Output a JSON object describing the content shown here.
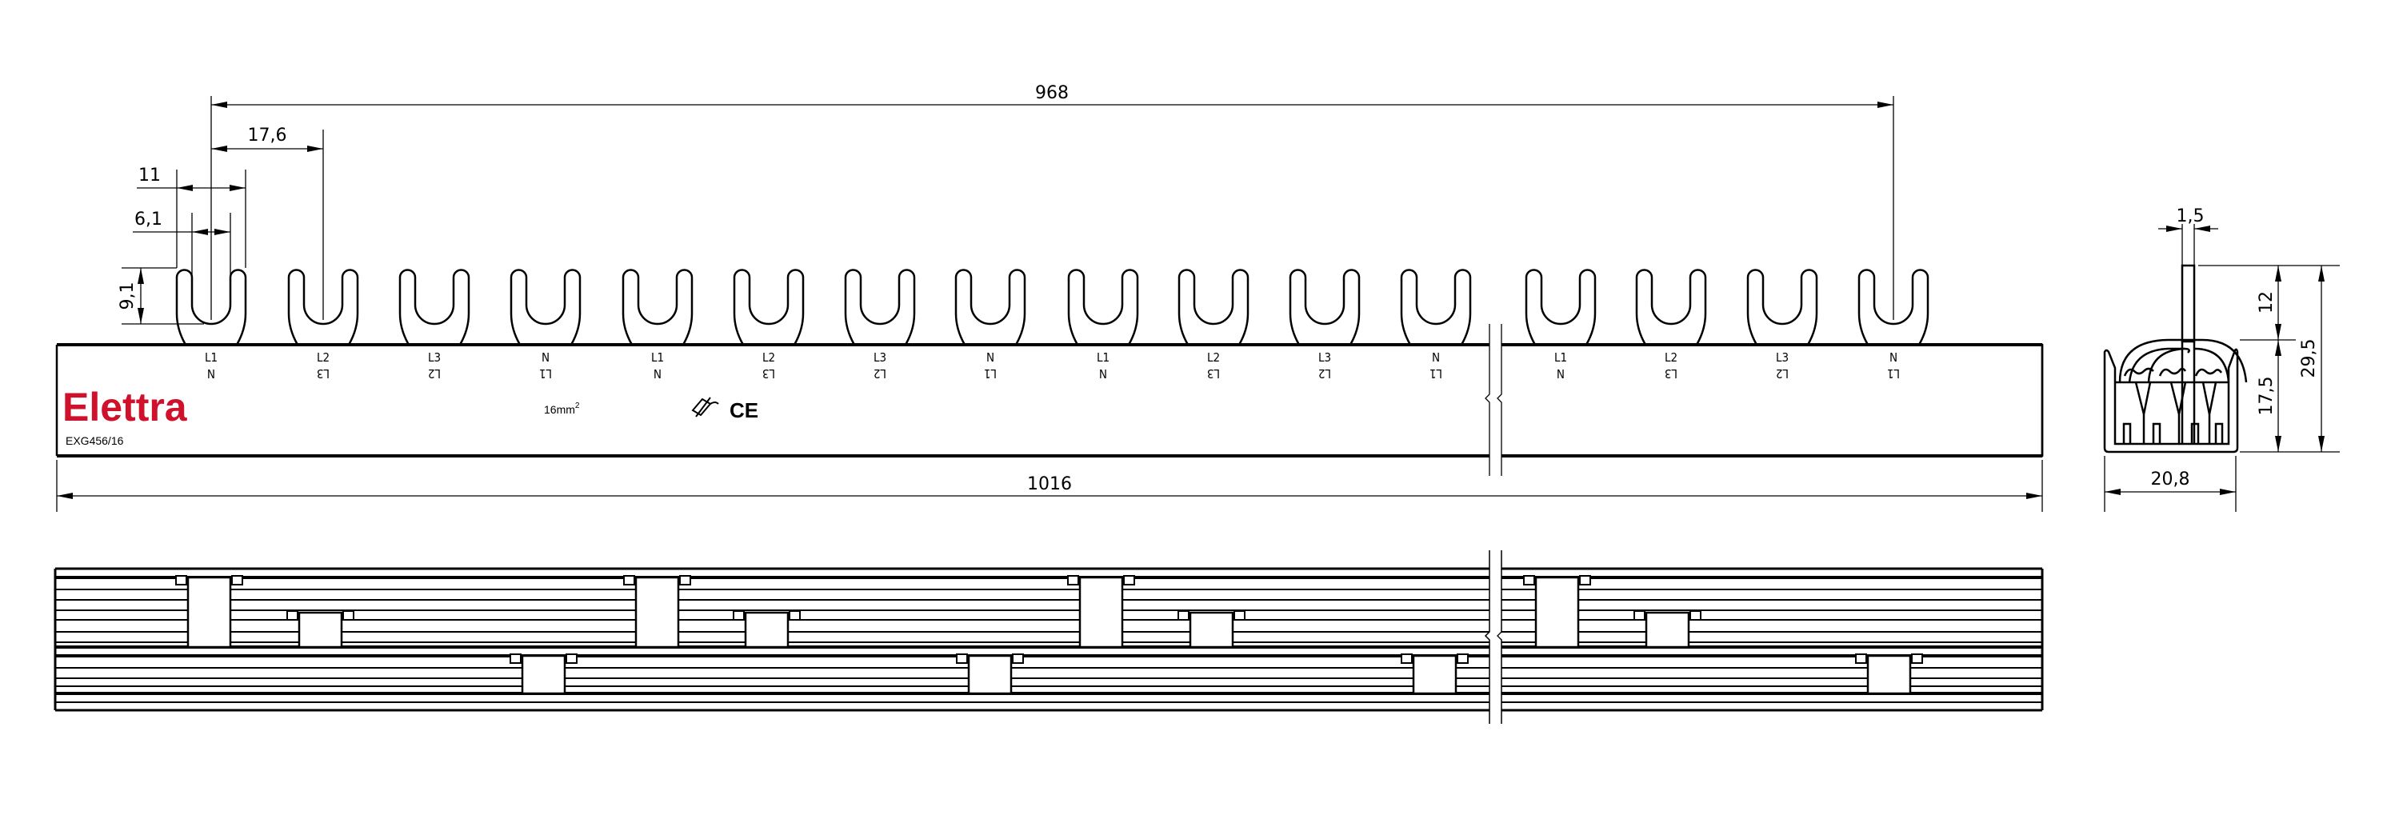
{
  "brand": {
    "name": "Elettra",
    "color": "#d0112b"
  },
  "product": {
    "code": "EXG456/16",
    "cross_section": "16mm",
    "cross_section_sup": "2",
    "ce_mark": "CE",
    "marking_icon": "no-tool-symbol-icon"
  },
  "front_view": {
    "dimensions": {
      "total_pitch": "968",
      "pitch": "17,6",
      "fork_outer": "11",
      "fork_inner": "6,1",
      "fork_height": "9,1",
      "length": "1016"
    },
    "forks": [
      {
        "top": "L1",
        "bottom": "N"
      },
      {
        "top": "L2",
        "bottom": "L3"
      },
      {
        "top": "L3",
        "bottom": "L2"
      },
      {
        "top": "N",
        "bottom": "L1"
      },
      {
        "top": "L1",
        "bottom": "N"
      },
      {
        "top": "L2",
        "bottom": "L3"
      },
      {
        "top": "L3",
        "bottom": "L2"
      },
      {
        "top": "N",
        "bottom": "L1"
      },
      {
        "top": "L1",
        "bottom": "N"
      },
      {
        "top": "L2",
        "bottom": "L3"
      },
      {
        "top": "L3",
        "bottom": "L2"
      },
      {
        "top": "N",
        "bottom": "L1"
      },
      {
        "top": "L1",
        "bottom": "N"
      },
      {
        "top": "L2",
        "bottom": "L3"
      },
      {
        "top": "L3",
        "bottom": "L2"
      },
      {
        "top": "N",
        "bottom": "L1"
      }
    ]
  },
  "side_view": {
    "dimensions": {
      "blade_thickness": "1,5",
      "blade_height": "12",
      "body_height": "17,5",
      "total_height": "29,5",
      "width": "20,8"
    }
  }
}
